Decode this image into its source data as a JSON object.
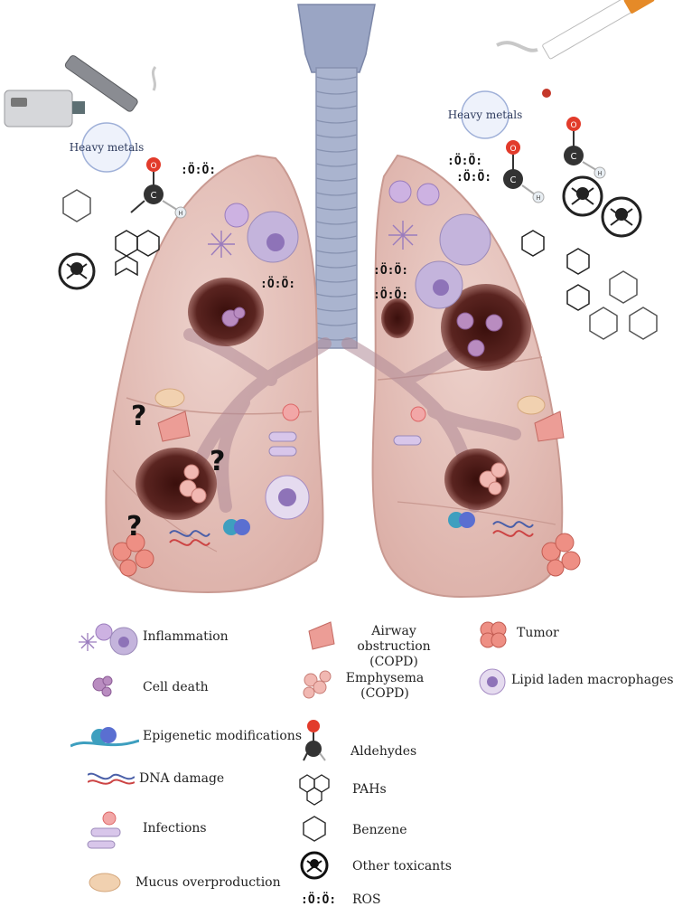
{
  "figure": {
    "heavy_metals_left": "Heavy metals",
    "heavy_metals_right": "Heavy metals",
    "question_mark": "?",
    "ros_symbol": ":Ö:Ö:",
    "carbon": "C",
    "oxygen": "O",
    "hydrogen": "H"
  },
  "legend": {
    "col1": [
      {
        "label": "Inflammation",
        "icon": "inflammation-icon"
      },
      {
        "label": "Cell death",
        "icon": "cell-death-icon"
      },
      {
        "label": "Epigenetic modifications",
        "icon": "epigenetic-icon"
      },
      {
        "label": "DNA damage",
        "icon": "dna-icon"
      },
      {
        "label": "Infections",
        "icon": "infection-icon"
      },
      {
        "label": "Mucus overproduction",
        "icon": "mucus-icon"
      }
    ],
    "col2": [
      {
        "label": "Airway obstruction\n(COPD)",
        "icon": "airway-icon"
      },
      {
        "label": "Emphysema\n(COPD)",
        "icon": "emphysema-icon"
      },
      {
        "label": "Aldehydes",
        "icon": "aldehyde-icon"
      },
      {
        "label": "PAHs",
        "icon": "pah-icon"
      },
      {
        "label": "Benzene",
        "icon": "benzene-icon"
      },
      {
        "label": "Other toxicants",
        "icon": "skull-icon"
      },
      {
        "label": "ROS",
        "icon": "ros-icon"
      }
    ],
    "col3": [
      {
        "label": "Tumor",
        "icon": "tumor-icon"
      },
      {
        "label": "Lipid laden macrophages",
        "icon": "macrophage-icon"
      }
    ]
  },
  "colors": {
    "lung": "#e7c3bc",
    "lung_edge": "#c99a92",
    "trachea": "#a9b3cc",
    "lesion": "#4a1c18",
    "macrophage": "#b9a6d6",
    "tumor": "#e58377"
  }
}
